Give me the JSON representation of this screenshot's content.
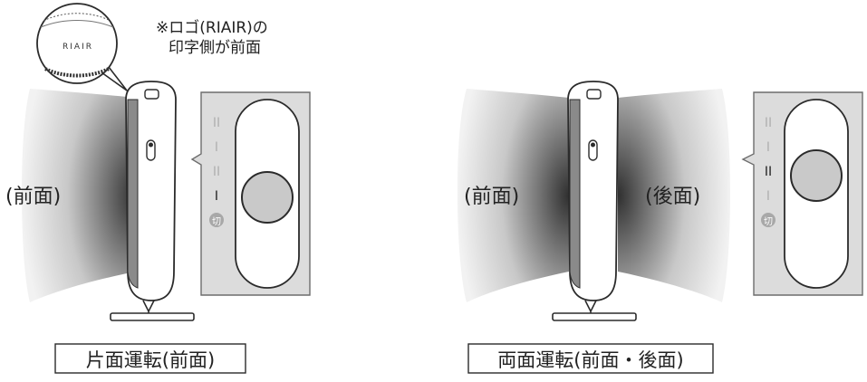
{
  "note": {
    "line1": "※ロゴ(RIAIR)の",
    "line2": "印字側が前面"
  },
  "logo_text": "RIAIR",
  "left_panel": {
    "front_label": "(前面)",
    "caption": "片面運転(前面)",
    "switch_marks": [
      "II",
      "I",
      "II",
      "I",
      "切"
    ],
    "selected_index": 3
  },
  "right_panel": {
    "front_label": "(前面)",
    "back_label": "(後面)",
    "caption": "両面運転(前面・後面)",
    "switch_marks": [
      "II",
      "I",
      "II",
      "I",
      "切"
    ],
    "selected_index": 2
  },
  "colors": {
    "airflow_dark": "#3a3a3a",
    "airflow_light": "#eeeeee",
    "switch_panel_bg": "#dcdcdc",
    "knob_fill": "#c9c9c9",
    "outline": "#2b2b2b"
  }
}
